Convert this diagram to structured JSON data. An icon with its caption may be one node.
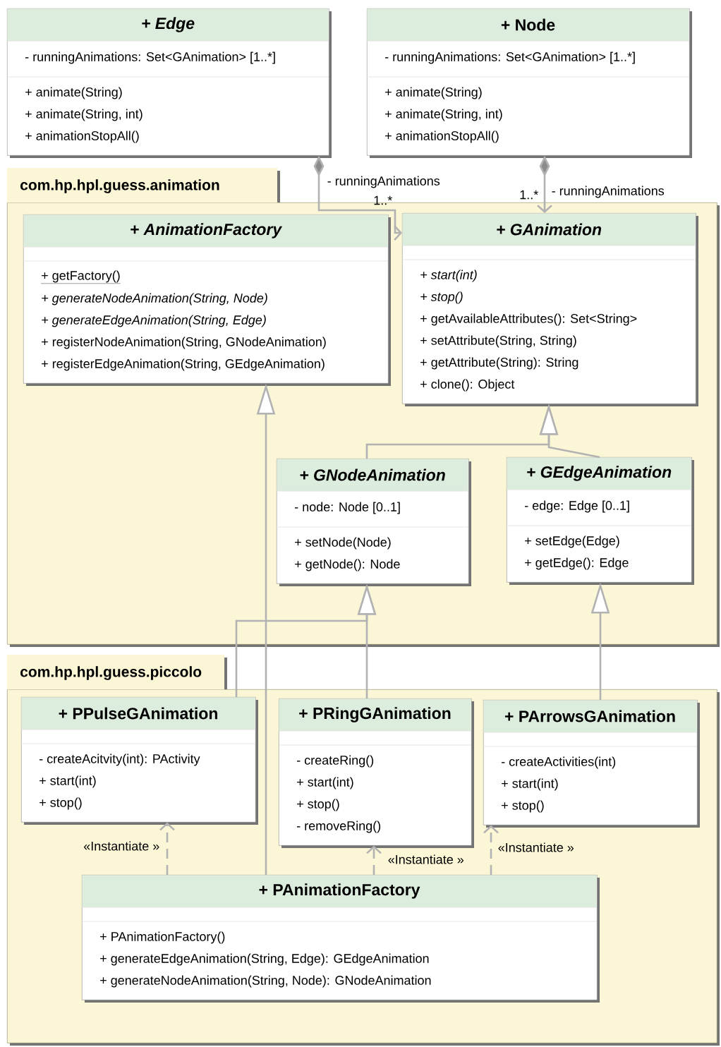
{
  "diagram": {
    "nodes": [
      {
        "text": [
          "+ Edge",
          "- runningAnimations: Set<GAnimation> [1..*]",
          "+ animate(String)",
          "+ animate(String, int)",
          "+ animationStopAll()"
        ]
      },
      {
        "text": [
          "+ Node",
          "- runningAnimations: Set<GAnimation> [1..*]",
          "+ animate(String)",
          "+ animate(String, int)",
          "+ animationStopAll()"
        ]
      },
      {
        "text": [
          "com.hp.hpl.guess.animation"
        ]
      },
      {
        "text": [
          "+ AnimationFactory",
          "+ getFactory()",
          "+ generateNodeAnimation(String, Node)",
          "+ generateEdgeAnimation(String, Edge)",
          "+ registerNodeAnimation(String, GNodeAnimation)",
          "+ registerEdgeAnimation(String, GEdgeAnimation)"
        ],
        "in": 2
      },
      {
        "text": [
          "+ GAnimation",
          "+ start(int)",
          "+ stop()",
          "+ getAvailableAttributes(): Set<String>",
          "+ setAttribute(String, String)",
          "+ getAttribute(String): String",
          "+ clone(): Object"
        ],
        "in": 2
      },
      {
        "text": [
          "+ GNodeAnimation",
          "- node: Node [0..1]",
          "+ setNode(Node)",
          "+ getNode(): Node"
        ],
        "in": 2
      },
      {
        "text": [
          "+ GEdgeAnimation",
          "- edge: Edge [0..1]",
          "+ setEdge(Edge)",
          "+ getEdge(): Edge"
        ],
        "in": 2
      },
      {
        "text": [
          "com.hp.hpl.guess.piccolo"
        ]
      },
      {
        "text": [
          "+ PPulseGAnimation",
          "- createAcitvity(int): PActivity",
          "+ start(int)",
          "+ stop()"
        ],
        "in": 7
      },
      {
        "text": [
          "+ PRingGAnimation",
          "- createRing()",
          "+ start(int)",
          "+ stop()",
          "- removeRing()"
        ],
        "in": 7
      },
      {
        "text": [
          "+ PArrowsGAnimation",
          "- createActivities(int)",
          "+ start(int)",
          "+ stop()"
        ],
        "in": 7
      },
      {
        "text": [
          "+ PAnimationFactory",
          "+ PAnimationFactory()",
          "+ generateEdgeAnimation(String, Edge): GEdgeAnimation",
          "+ generateNodeAnimation(String, Node): GNodeAnimation"
        ],
        "in": 7
      }
    ],
    "edges": [
      {
        "from": 0,
        "to": 4,
        "arrow": "to",
        "label": "- runningAnimations"
      },
      {
        "from": 1,
        "to": 4,
        "arrow": "to",
        "label": "- runningAnimations"
      },
      {
        "from": 11,
        "to": 3,
        "arrow": "to"
      },
      {
        "from": 5,
        "to": 4,
        "arrow": "to"
      },
      {
        "from": 6,
        "to": 4,
        "arrow": "to"
      },
      {
        "from": 8,
        "to": 5,
        "arrow": "to"
      },
      {
        "from": 9,
        "to": 5,
        "arrow": "to"
      },
      {
        "from": 10,
        "to": 6,
        "arrow": "to"
      },
      {
        "from": 11,
        "to": 8,
        "arrow": "to",
        "style": "dashed",
        "label": "«Instantiate »"
      },
      {
        "from": 11,
        "to": 9,
        "arrow": "to",
        "style": "dashed",
        "label": "«Instantiate »"
      },
      {
        "from": 11,
        "to": 10,
        "arrow": "to",
        "style": "dashed",
        "label": "«Instantiate »"
      }
    ],
    "labels": [
      "1..*",
      "1..*"
    ]
  }
}
